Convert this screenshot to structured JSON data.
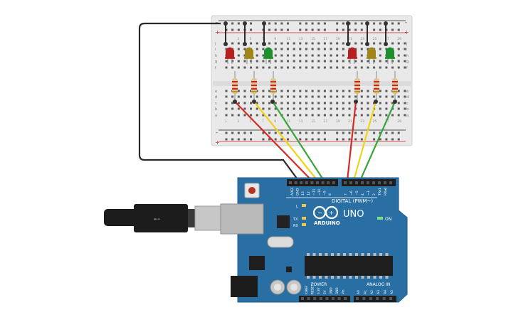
{
  "breadboard": {
    "rail_plus": "+",
    "rail_minus": "-",
    "row_letters_top": [
      "j",
      "i",
      "h",
      "g",
      "f"
    ],
    "row_letters_bottom": [
      "e",
      "d",
      "c",
      "b",
      "a"
    ],
    "column_numbers": [
      "1",
      "3",
      "5",
      "7",
      "9",
      "11",
      "13",
      "15",
      "17",
      "19",
      "21",
      "23",
      "25",
      "27",
      "29"
    ]
  },
  "leds": [
    {
      "color": "#b7201e",
      "name": "red-led-left"
    },
    {
      "color": "#a08519",
      "name": "yellow-led-left"
    },
    {
      "color": "#1e8f2a",
      "name": "green-led-left"
    },
    {
      "color": "#b7201e",
      "name": "red-led-right"
    },
    {
      "color": "#a08519",
      "name": "yellow-led-right"
    },
    {
      "color": "#1e8f2a",
      "name": "green-led-right"
    }
  ],
  "wires": {
    "colors": {
      "black": "#2a2a2a",
      "red": "#d42a24",
      "yellow": "#f0d21a",
      "green": "#3aa53a"
    }
  },
  "arduino": {
    "brand": "ARDUINO",
    "model": "UNO",
    "digital_label": "DIGITAL (PWM~)",
    "power_label": "POWER",
    "analog_label": "ANALOG IN",
    "on_label": "ON",
    "l_label": "L",
    "tx_label": "TX",
    "rx_label": "RX",
    "digital_pins": [
      "AREF",
      "GND",
      "13",
      "12",
      "~11",
      "~10",
      "~9",
      "8",
      "7",
      "~6",
      "~5",
      "4",
      "~3",
      "2",
      "TX▸1",
      "RX◂0"
    ],
    "power_pins": [
      "IOREF",
      "RESET",
      "3.3V",
      "5V",
      "GND",
      "GND",
      "Vin"
    ],
    "analog_pins": [
      "A0",
      "A1",
      "A2",
      "A3",
      "A4",
      "A5"
    ]
  }
}
